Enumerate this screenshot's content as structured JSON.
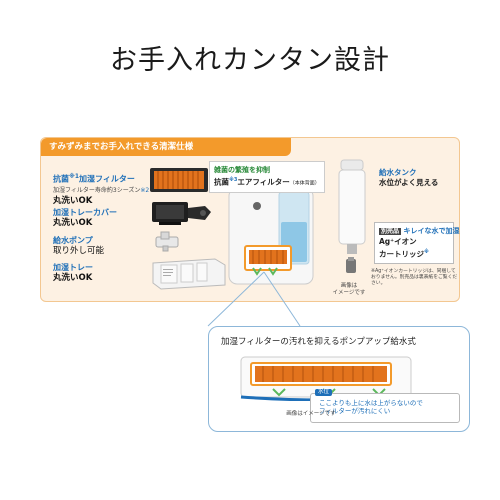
{
  "headline": "お手入れカンタン設計",
  "spec": {
    "ribbon": "すみずみまでお手入れできる清潔仕様",
    "features": [
      {
        "title": "抗菌",
        "mark1": "※1",
        "title2": "加湿フィルター",
        "sub": "加湿フィルター寿命約3シーズン",
        "mark2": "※2",
        "desc": "丸洗いOK"
      },
      {
        "title": "加湿トレーカバー",
        "desc": "丸洗いOK"
      },
      {
        "title": "給水ポンプ",
        "desc": "取り外し可能"
      },
      {
        "title": "加湿トレー",
        "desc": "丸洗いOK"
      }
    ],
    "air_filter": {
      "caption": "雑菌の繁殖を抑制",
      "title": "抗菌",
      "mark": "※3",
      "title2": "エアフィルター",
      "note": "（本体背面）"
    },
    "tank": {
      "caption": "給水タンク",
      "text": "水位がよく見える"
    },
    "cartridge": {
      "tag": "別売品",
      "caption": "キレイな水で加湿",
      "line1": "Ag⁺イオン",
      "line2": "カートリッジ",
      "mark": "※",
      "footnote": "※Ag⁺イオンカートリッジは、同梱しておりません。別売品は裏表紙をご覧ください。"
    },
    "image_note": "画像は\nイメージです"
  },
  "detail": {
    "title": "加湿フィルターの汚れを抑えるポンプアップ給水式",
    "water_tag": "水位",
    "water_line1": "ここよりも上に水は上がらないので",
    "water_line2": "フィルターが汚れにくい",
    "image_note": "画像はイメージです"
  },
  "colors": {
    "accent": "#f39a2b",
    "panel": "#fdf1e3",
    "blue": "#1e6fb8",
    "green": "#5cb85c"
  }
}
